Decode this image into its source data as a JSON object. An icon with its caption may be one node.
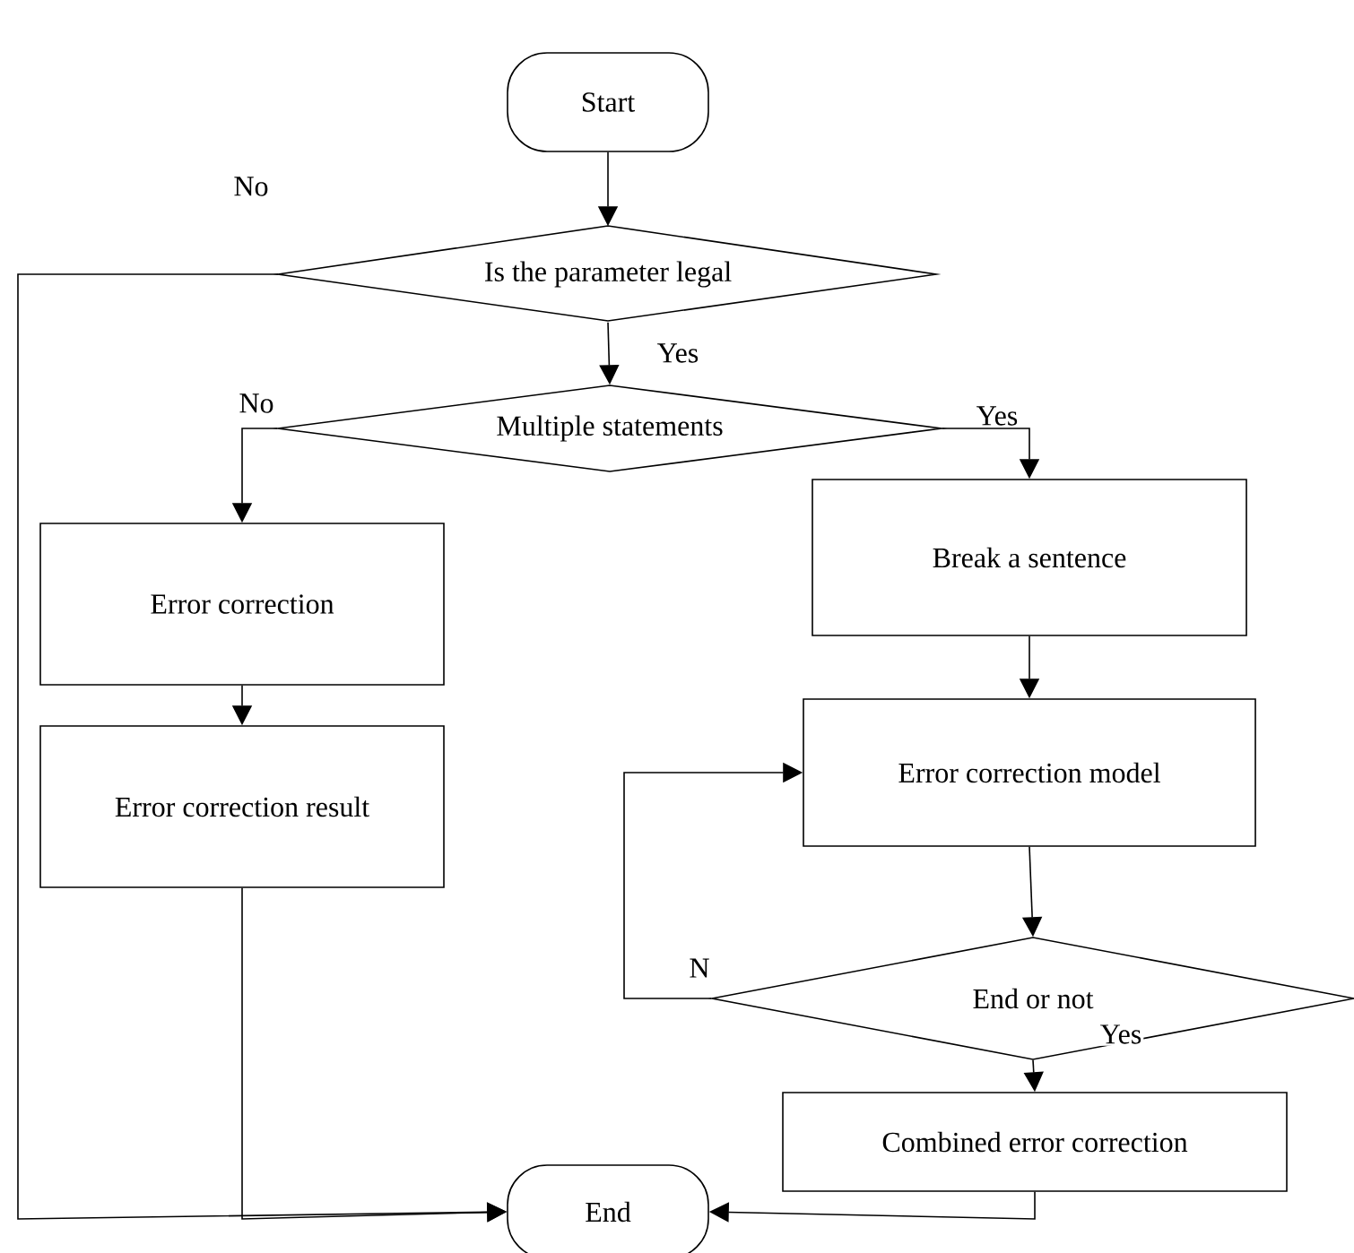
{
  "diagram": {
    "nodes": [
      {
        "text": [
          "Start"
        ]
      },
      {
        "text": [
          "Is the parameter legal"
        ]
      },
      {
        "text": [
          "Multiple statements"
        ]
      },
      {
        "text": [
          "Error correction"
        ]
      },
      {
        "text": [
          "Error correction result"
        ]
      },
      {
        "text": [
          "Break a sentence"
        ]
      },
      {
        "text": [
          "Error correction model"
        ]
      },
      {
        "text": [
          "End or not"
        ]
      },
      {
        "text": [
          "Combined error correction"
        ]
      },
      {
        "text": [
          "End"
        ]
      }
    ],
    "edges": [
      {
        "from": 0,
        "to": 1,
        "arrow": "to"
      },
      {
        "from": 1,
        "to": 9,
        "arrow": "to",
        "label": "No"
      },
      {
        "from": 1,
        "to": 2,
        "arrow": "to",
        "label": "Yes"
      },
      {
        "from": 2,
        "to": 3,
        "arrow": "to",
        "label": "No"
      },
      {
        "from": 3,
        "to": 4,
        "arrow": "to"
      },
      {
        "from": 2,
        "to": 5,
        "arrow": "to",
        "label": "Yes"
      },
      {
        "from": 4,
        "to": 9,
        "arrow": "to"
      },
      {
        "from": 5,
        "to": 6,
        "arrow": "to"
      },
      {
        "from": 6,
        "to": 7,
        "arrow": "to"
      },
      {
        "from": 7,
        "to": 6,
        "arrow": "to",
        "label": "N"
      },
      {
        "from": 7,
        "to": 8,
        "arrow": "to",
        "label": "Yes"
      },
      {
        "from": 8,
        "to": 9,
        "arrow": "to"
      }
    ]
  }
}
